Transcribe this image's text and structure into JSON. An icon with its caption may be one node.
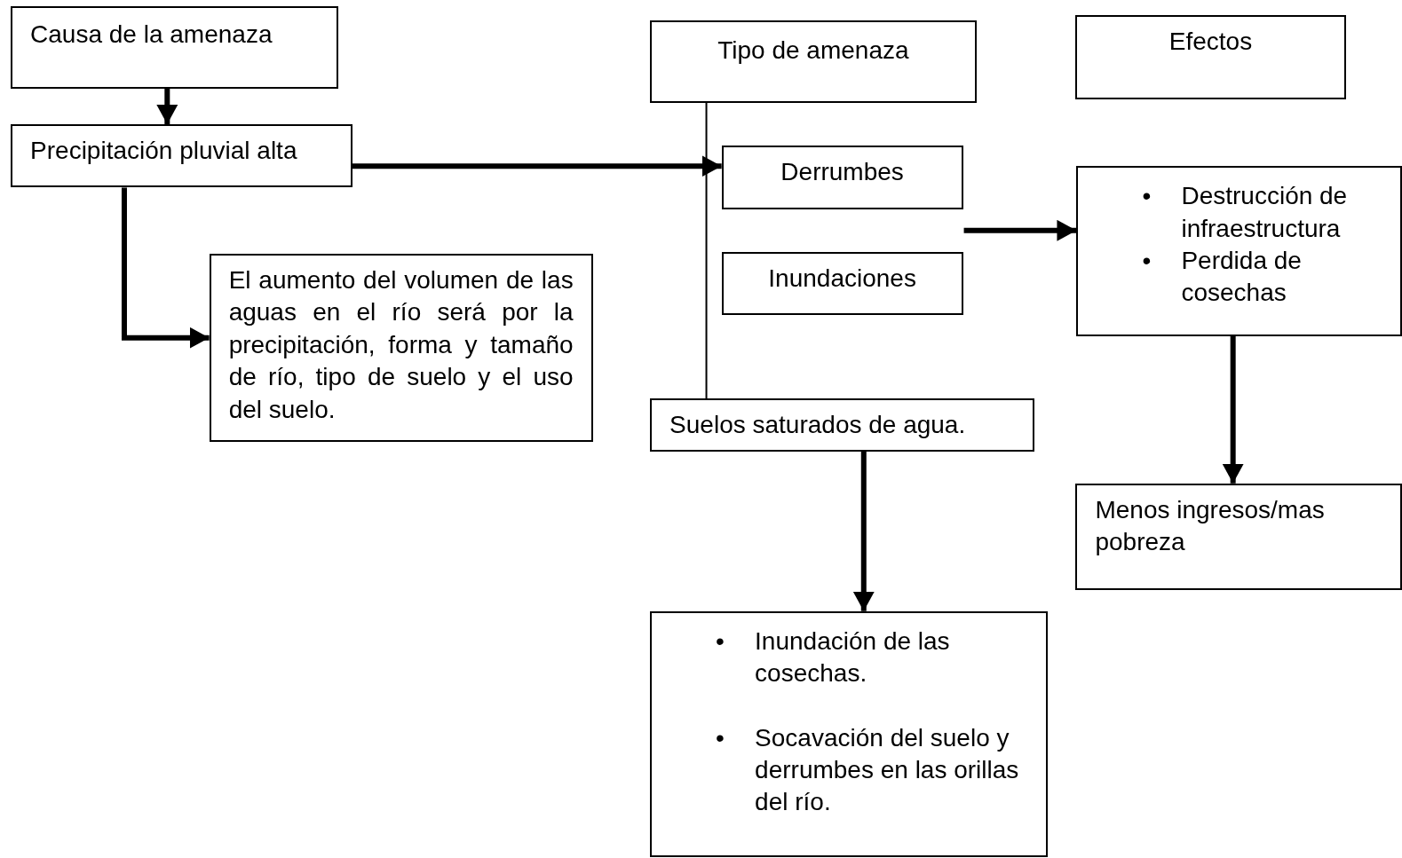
{
  "diagram": {
    "nodes": [
      {
        "text": [
          "Causa de la amenaza"
        ]
      },
      {
        "text": [
          "Precipitación pluvial alta"
        ]
      },
      {
        "text": [
          "El aumento del volumen de las aguas en el río será por la precipitación, forma y tamaño de río, tipo de suelo y el uso del suelo."
        ]
      },
      {
        "text": [
          "Tipo de amenaza"
        ]
      },
      {
        "text": [
          "Derrumbes"
        ]
      },
      {
        "text": [
          "Inundaciones"
        ]
      },
      {
        "text": [
          "Suelos saturados de agua."
        ]
      },
      {
        "text": [
          "Efectos"
        ]
      },
      {
        "text": [
          "•",
          "Destrucción de infraestructura",
          "•",
          "Perdida de cosechas"
        ]
      },
      {
        "text": [
          "Menos ingresos/mas pobreza"
        ]
      },
      {
        "text": [
          "•",
          "Inundación de las cosechas.",
          "•",
          "Socavación del suelo y derrumbes en las orillas del río."
        ]
      }
    ],
    "edges": [
      {
        "from": 0,
        "to": 1,
        "arrow": "to"
      },
      {
        "from": 1,
        "to": 2,
        "arrow": "to"
      },
      {
        "from": 1,
        "to": 4,
        "arrow": "to"
      },
      {
        "from": 3,
        "to": 6,
        "arrow": "none"
      },
      {
        "from": null,
        "to": 8,
        "arrow": "to"
      },
      {
        "from": 6,
        "to": 10,
        "arrow": "to"
      },
      {
        "from": 8,
        "to": 9,
        "arrow": "to"
      }
    ]
  }
}
